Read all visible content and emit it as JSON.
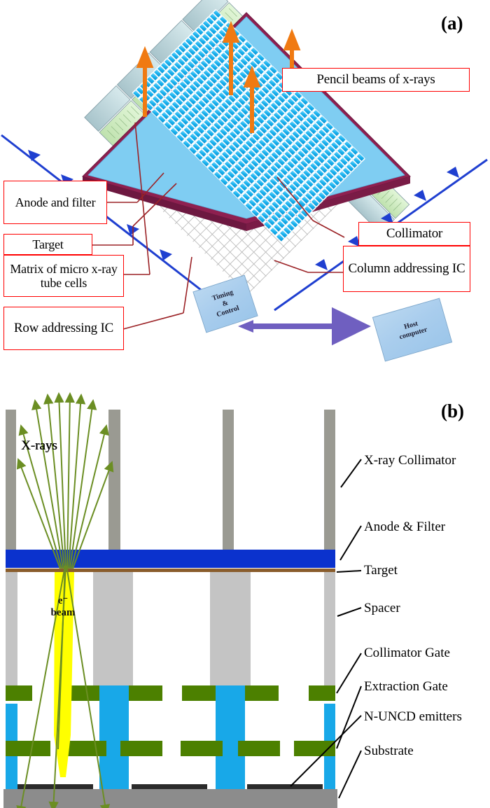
{
  "figure": {
    "panel_a": {
      "letter": "(a)",
      "callouts": [
        {
          "id": "pencil-beams",
          "text": "Pencil beams of x-rays"
        },
        {
          "id": "anode-filter",
          "text": "Anode and filter"
        },
        {
          "id": "target",
          "text": "Target"
        },
        {
          "id": "matrix-cells",
          "text": "Matrix of micro x-ray tube cells"
        },
        {
          "id": "row-ic",
          "text": "Row addressing IC"
        },
        {
          "id": "collimator",
          "text": "Collimator"
        },
        {
          "id": "column-ic",
          "text": "Column addressing IC"
        }
      ],
      "boxes": [
        {
          "id": "timing-control",
          "line1": "Timing",
          "line2": "&",
          "line3": "Control"
        },
        {
          "id": "host-computer",
          "line1": "Host",
          "line2": "computer",
          "line3": ""
        }
      ],
      "colors": {
        "callout_border": "#ff0000",
        "matrix_cell": "#1ab4f0",
        "matrix_frame": "#8e2050",
        "beam_arrow": "#f07a12",
        "address_line": "#1f3fd0",
        "leader_line": "#9b2226",
        "collimator_green": "#cfeac4",
        "collimator_blue": "#b9d3d8",
        "comm_arrow": "#6f5fc0",
        "box_fill": "#a9cded"
      }
    },
    "panel_b": {
      "letter": "(b)",
      "inner_labels": [
        {
          "id": "x-rays",
          "text": "X-rays"
        },
        {
          "id": "e-beam-symbol",
          "text": "e⁻"
        },
        {
          "id": "e-beam-word",
          "text": "beam"
        }
      ],
      "side_labels": [
        {
          "id": "x-ray-collimator",
          "text": "X-ray Collimator"
        },
        {
          "id": "anode-filter",
          "text": "Anode & Filter"
        },
        {
          "id": "target",
          "text": "Target"
        },
        {
          "id": "spacer",
          "text": "Spacer"
        },
        {
          "id": "collimator-gate",
          "text": "Collimator Gate"
        },
        {
          "id": "extraction-gate",
          "text": "Extraction Gate"
        },
        {
          "id": "n-uncd-emitters",
          "text": "N-UNCD emitters"
        },
        {
          "id": "substrate",
          "text": "Substrate"
        }
      ],
      "colors": {
        "collimator": "#9a9a92",
        "anode": "#0b32cd",
        "target": "#8a5d2c",
        "spacer": "#c4c4c4",
        "gate": "#4c8000",
        "emitter_column": "#18a8e8",
        "emitter_strip": "#2b2b2b",
        "substrate": "#8c8c8c",
        "electron_beam": "#ffff00",
        "xray_ray": "#6b8e23"
      }
    }
  }
}
